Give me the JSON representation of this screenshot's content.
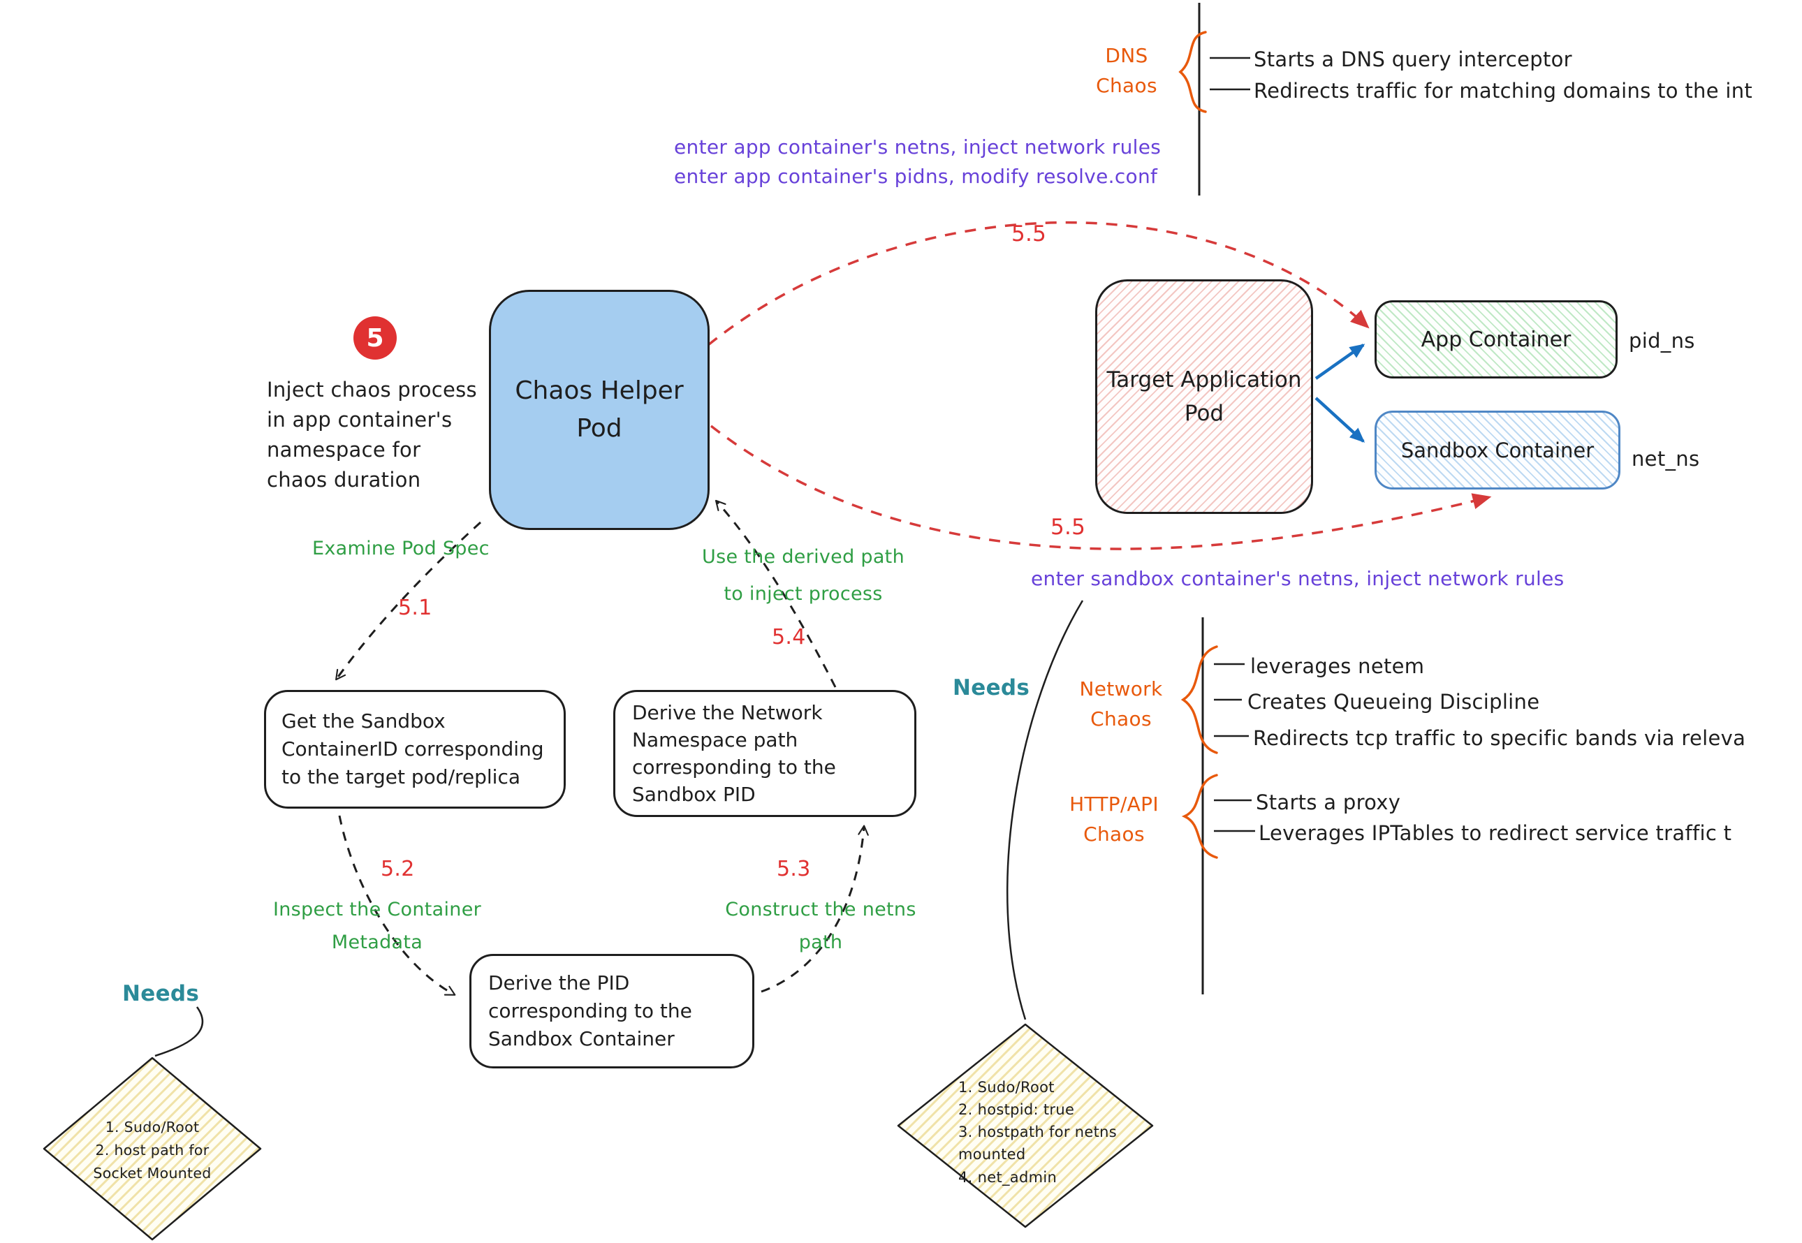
{
  "colors": {
    "red": "#e03131",
    "green": "#2f9e44",
    "purple": "#6741d9",
    "orange": "#e8590c",
    "teal": "#2b8a99",
    "blue": "#1971c2",
    "ink": "#1e1e1e",
    "chaos_pod_fill": "#a5cdf0"
  },
  "badge": {
    "number": "5"
  },
  "step_note": "Inject chaos process\nin app container's\nnamespace for\nchaos duration",
  "nodes": {
    "chaos_helper": {
      "label": "Chaos Helper\nPod"
    },
    "target_app": {
      "label": "Target Application\nPod"
    },
    "app_container": {
      "label": "App Container",
      "namespace": "pid_ns"
    },
    "sandbox_container": {
      "label": "Sandbox Container",
      "namespace": "net_ns"
    },
    "get_sandbox_id": {
      "text": "Get the Sandbox\nContainerID corresponding\nto the target pod/replica"
    },
    "derive_netns_path": {
      "text": "Derive the Network\nNamespace path\ncorresponding to the\nSandbox PID"
    },
    "derive_pid": {
      "text": "Derive the PID\ncorresponding to the\nSandbox Container"
    }
  },
  "steps": {
    "s51": {
      "num": "5.1",
      "label": "Examine Pod Spec"
    },
    "s52": {
      "num": "5.2",
      "label": "Inspect the Container\nMetadata"
    },
    "s53": {
      "num": "5.3",
      "label": "Construct the netns\npath"
    },
    "s54": {
      "num": "5.4",
      "label": "Use the derived path\nto inject process"
    },
    "s55_app": {
      "num": "5.5",
      "note": "enter app container's netns, inject network rules\nenter app container's pidns, modify resolve.conf"
    },
    "s55_sandbox": {
      "num": "5.5",
      "note": "enter sandbox container's netns, inject network rules"
    }
  },
  "needs_left": {
    "title": "Needs",
    "items": "1. Sudo/Root\n2. host path for\nSocket Mounted"
  },
  "needs_right": {
    "title": "Needs",
    "items": "1. Sudo/Root\n2. hostpid: true\n3. hostpath for netns\nmounted\n4. net_admin"
  },
  "annotations": {
    "dns": {
      "title": "DNS\nChaos",
      "items": [
        "Starts a DNS query interceptor",
        "Redirects traffic for matching domains to the int"
      ]
    },
    "network": {
      "title": "Network\nChaos",
      "items": [
        "leverages netem",
        "Creates Queueing Discipline",
        "Redirects tcp traffic to specific bands via releva"
      ]
    },
    "http": {
      "title": "HTTP/API\nChaos",
      "items": [
        "Starts a proxy",
        "Leverages IPTables to redirect service traffic t"
      ]
    }
  }
}
